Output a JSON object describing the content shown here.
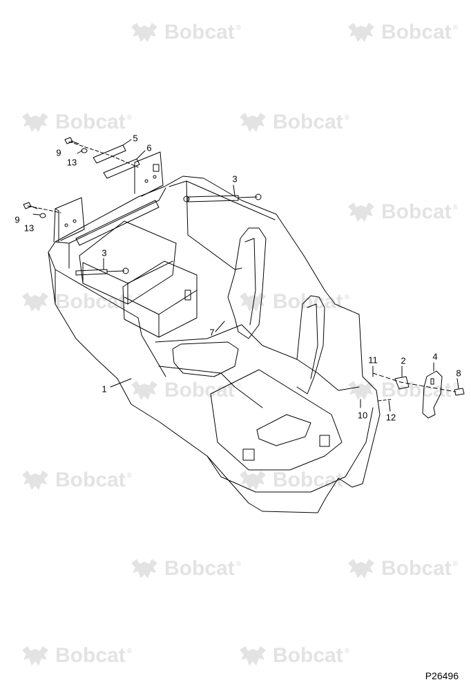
{
  "watermark_text": "Bobcat",
  "watermark_mark": "®",
  "drawing_number": "P26496",
  "callouts": {
    "c5": "5",
    "c6": "6",
    "c9a": "9",
    "c13a": "13",
    "c9b": "9",
    "c13b": "13",
    "c3a": "3",
    "c3b": "3",
    "c7": "7",
    "c1": "1",
    "c11": "11",
    "c2": "2",
    "c4": "4",
    "c8": "8",
    "c10": "10",
    "c12": "12"
  },
  "colors": {
    "line": "#000000",
    "watermark": "#e3e3e3"
  }
}
